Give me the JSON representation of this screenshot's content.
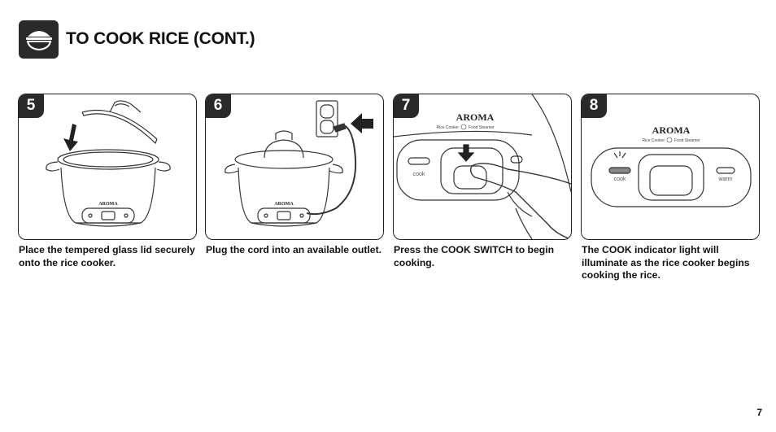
{
  "header": {
    "title": "TO COOK RICE (CONT.)",
    "icon": "rice-bowl-icon"
  },
  "steps": [
    {
      "number": "5",
      "caption": "Place the tempered glass lid securely onto the rice cooker.",
      "brand": "AROMA"
    },
    {
      "number": "6",
      "caption": "Plug the cord into an available outlet.",
      "brand": "AROMA"
    },
    {
      "number": "7",
      "caption": "Press the COOK SWITCH to begin cooking.",
      "brand": "AROMA",
      "panel_subtitle_left": "Rice Cooker",
      "panel_subtitle_right": "Food Steamer",
      "cook_label": "cook"
    },
    {
      "number": "8",
      "caption": "The COOK indicator light will illuminate as the rice cooker begins cooking the rice.",
      "brand": "AROMA",
      "panel_subtitle_left": "Rice Cooker",
      "panel_subtitle_right": "Food Steamer",
      "cook_label": "cook",
      "warm_label": "warm"
    }
  ],
  "footer": {
    "page_number": "7"
  }
}
